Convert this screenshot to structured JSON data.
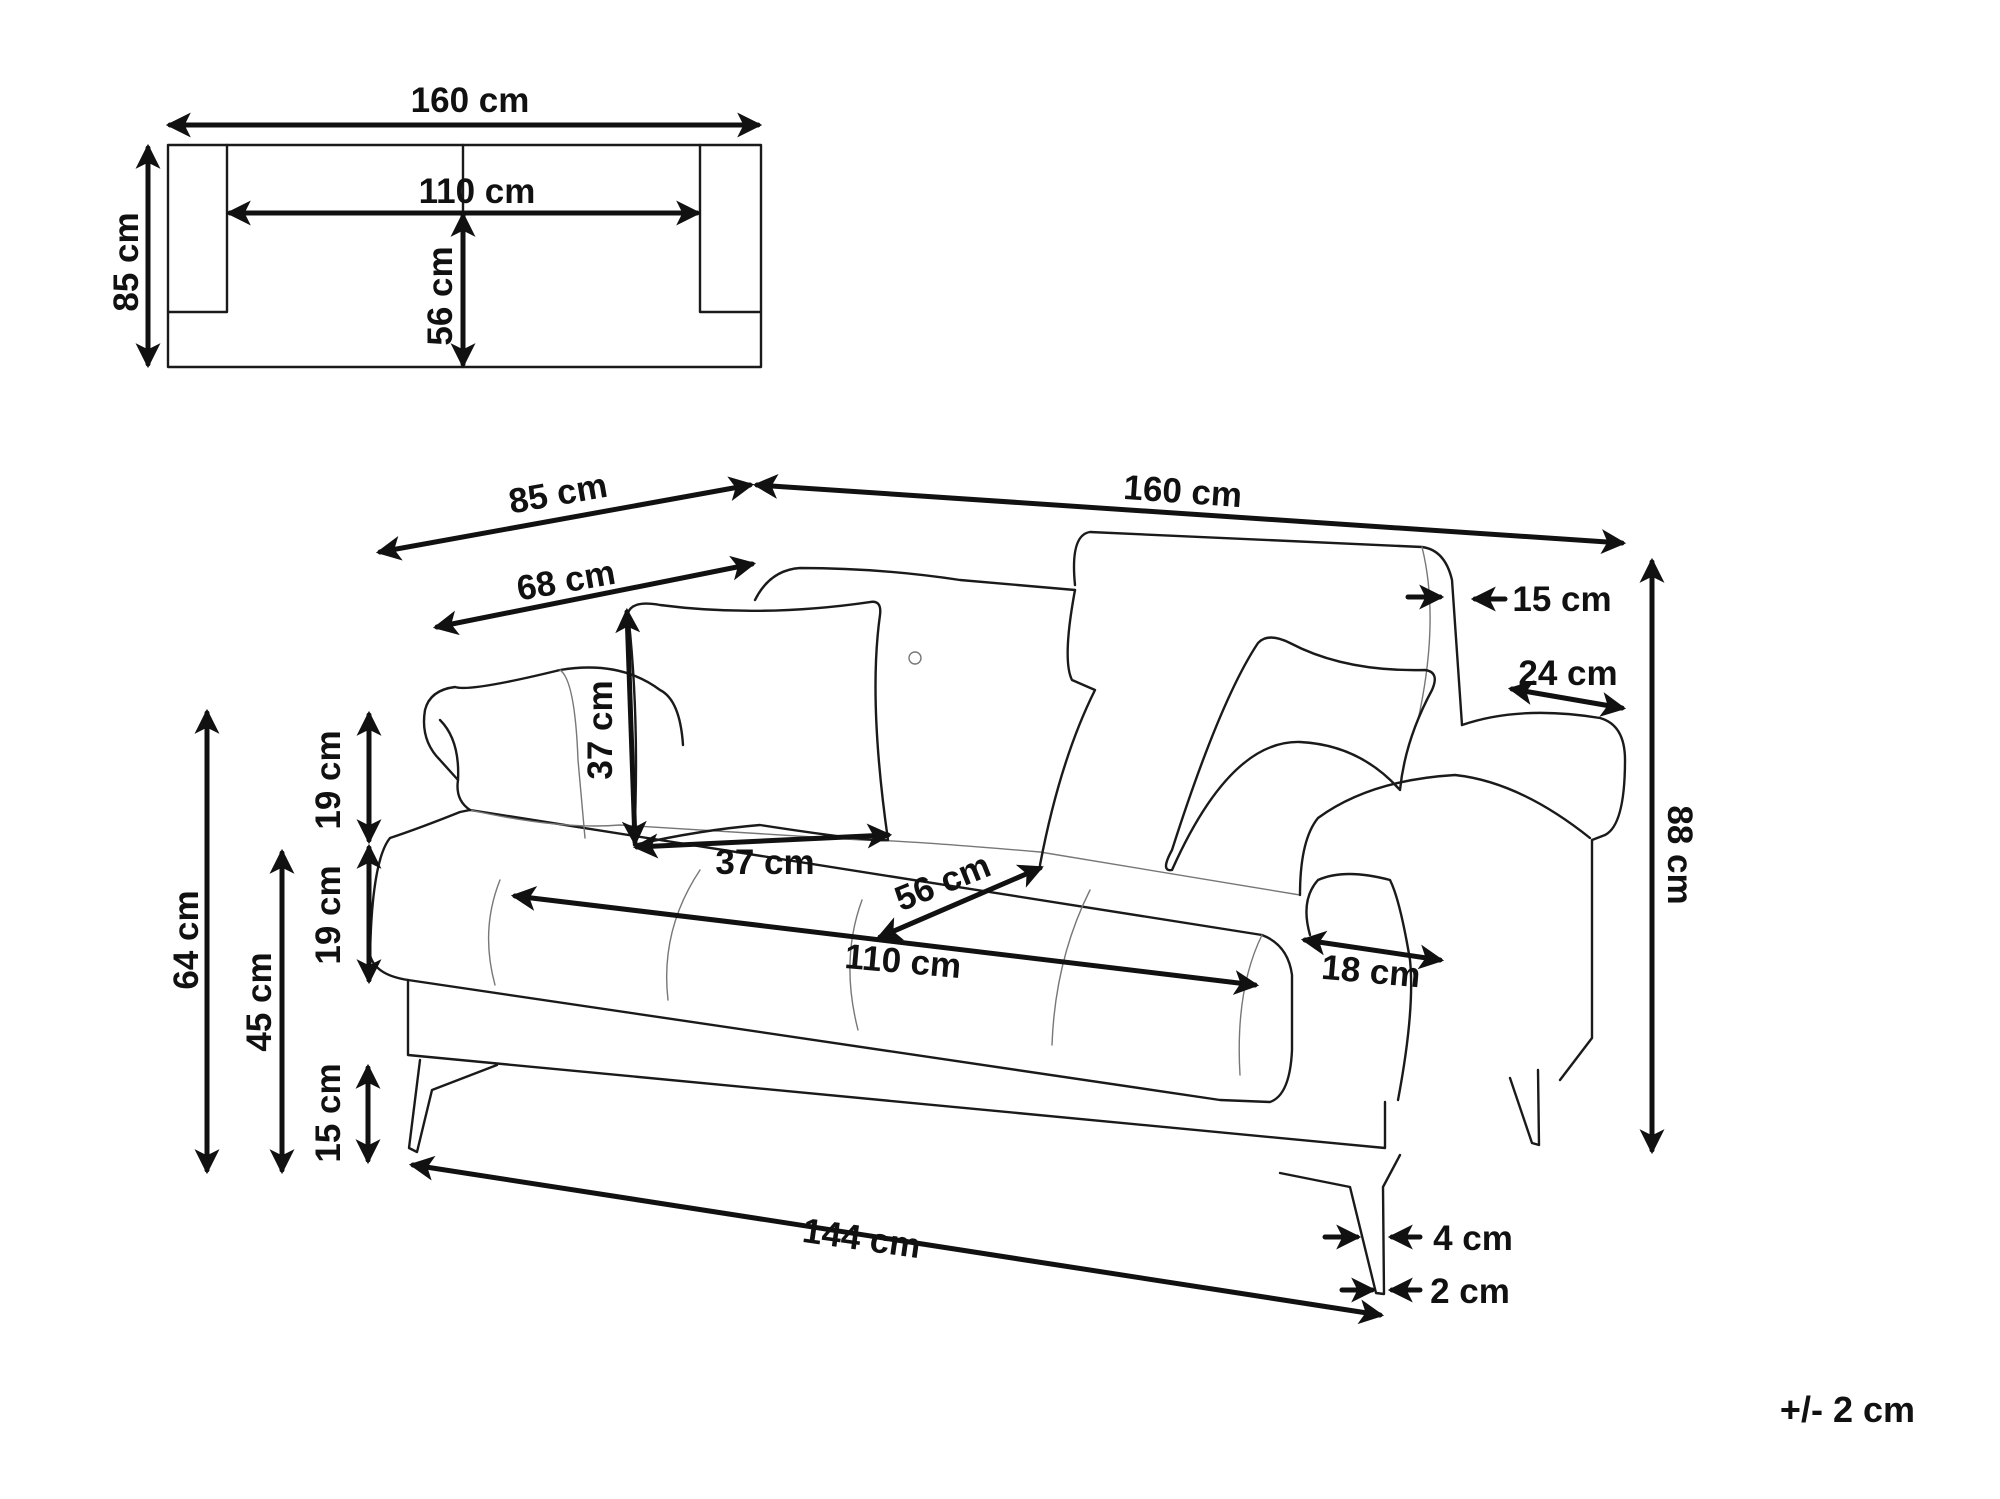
{
  "plan_view": {
    "width": "160 cm",
    "seat_width": "110 cm",
    "depth": "85 cm",
    "seat_depth": "56 cm"
  },
  "front_view": {
    "total_depth": "85 cm",
    "total_width": "160 cm",
    "armrest_length": "68 cm",
    "backrest_thickness": "15 cm",
    "armrest_top_width": "24 cm",
    "total_height": "88 cm",
    "pillow_height": "37 cm",
    "pillow_width": "37 cm",
    "seat_depth": "56 cm",
    "seat_width": "110 cm",
    "armrest_width": "18 cm",
    "armrest_height_above_seat": "19 cm",
    "seat_cushion_height": "19 cm",
    "armrest_height": "64 cm",
    "seat_height": "45 cm",
    "leg_height": "15 cm",
    "leg_span": "144 cm",
    "leg_top_width": "4 cm",
    "leg_bottom_width": "2 cm"
  },
  "tolerance": "+/- 2 cm"
}
